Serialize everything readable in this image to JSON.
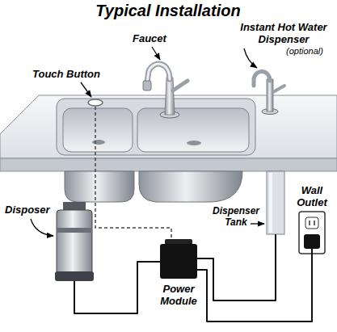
{
  "diagram": {
    "title": "Typical Installation",
    "labels": [
      "Faucet",
      "Instant Hot Water Dispenser",
      "(optional)",
      "Touch Button",
      "Disposer",
      "Dispenser Tank",
      "Wall Outlet",
      "Power Module"
    ]
  }
}
